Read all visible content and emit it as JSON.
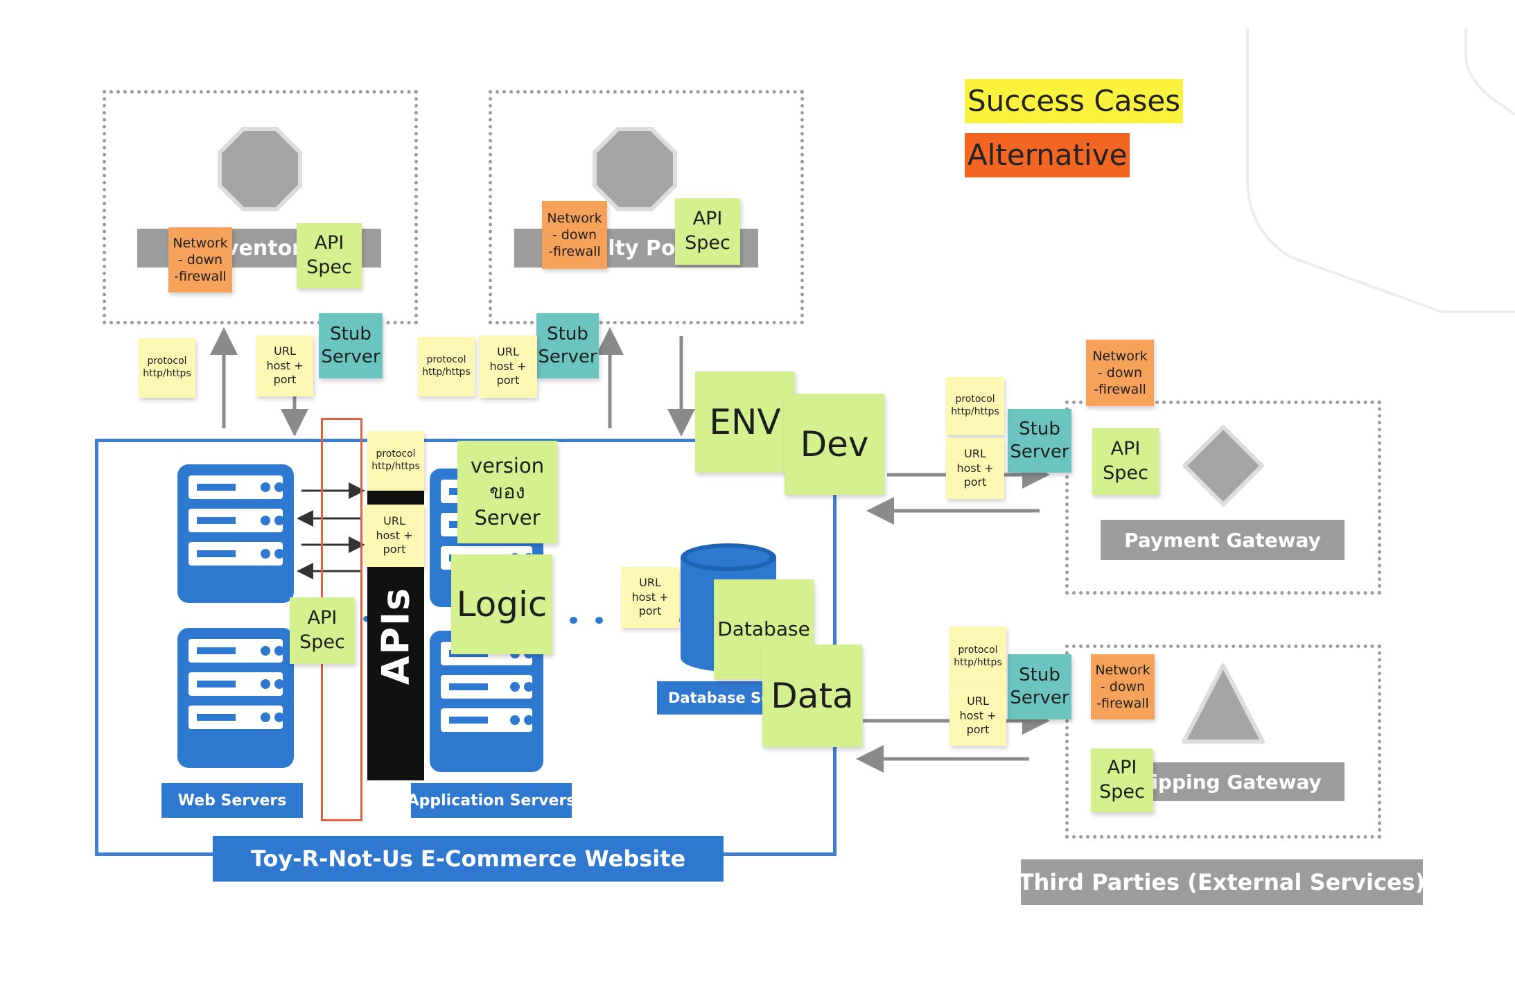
{
  "legend": {
    "success": "Success Cases",
    "alternative": "Alternative",
    "success_color": "#fbf23e",
    "alternative_color": "#f26522"
  },
  "inventory": {
    "label": "Inventory"
  },
  "loyalty": {
    "label": "Loyalty Points"
  },
  "payment": {
    "label": "Payment Gateway"
  },
  "shipping": {
    "label": "Shipping Gateway"
  },
  "third_parties": {
    "label": "Third Parties (External Services)"
  },
  "website": {
    "label": "Toy-R-Not-Us E-Commerce Website"
  },
  "web_servers": {
    "label": "Web Servers"
  },
  "app_servers": {
    "label": "Application Servers"
  },
  "database_server": {
    "label": "Database Server"
  },
  "apis": {
    "label": "APIs"
  },
  "stickies": {
    "network": "Network\n- down\n-firewall",
    "api_spec": "API\nSpec",
    "stub_server": "Stub\nServer",
    "protocol": "protocol\nhttp/https",
    "url": "URL\nhost +\nport",
    "env": "ENV",
    "dev": "Dev",
    "version": "version\nของ\nServer",
    "logic": "Logic",
    "database": "Database",
    "data": "Data"
  }
}
